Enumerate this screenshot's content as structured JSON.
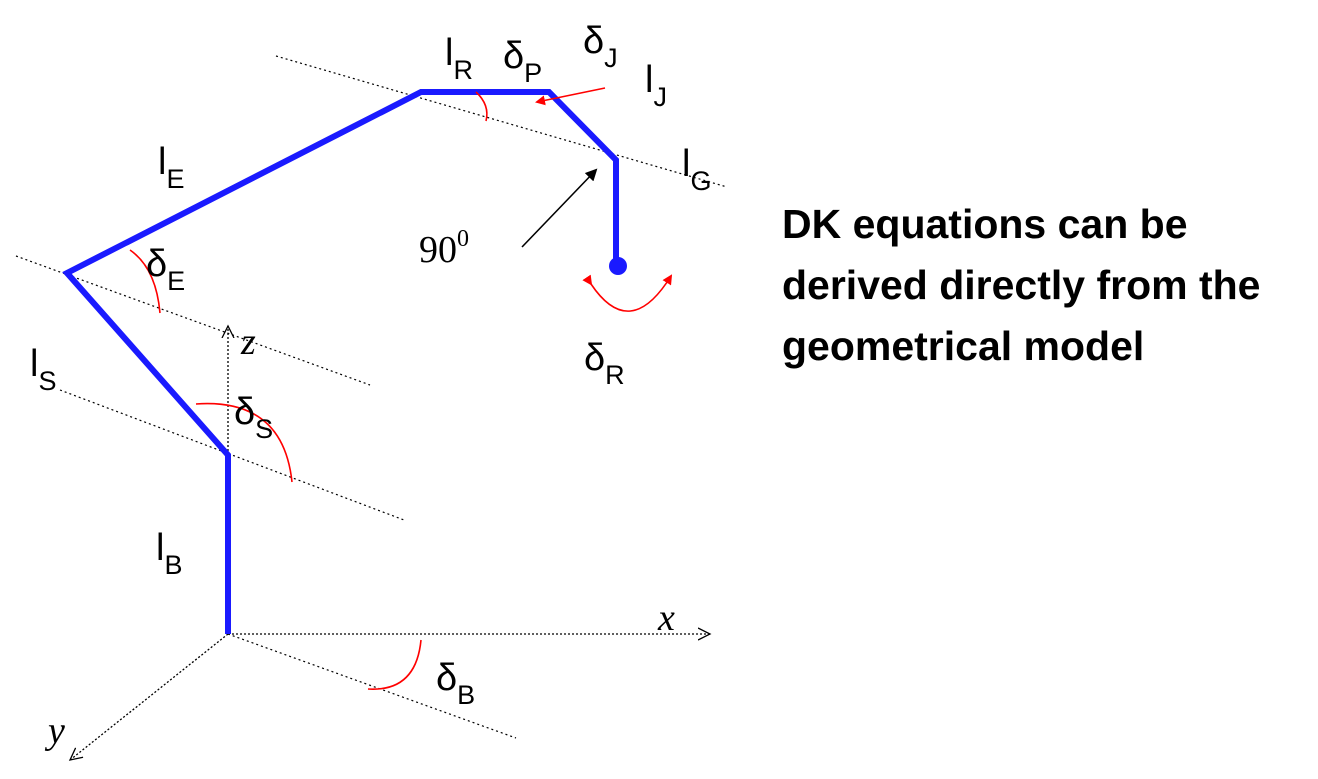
{
  "caption": "DK equations can be derived directly from the geometrical model",
  "labels": {
    "l": "l",
    "delta": "δ",
    "lR_sub": "R",
    "dP_sub": "P",
    "dJ_sub": "J",
    "lJ_sub": "J",
    "lE_sub": "E",
    "lG_sub": "G",
    "dE_sub": "E",
    "lS_sub": "S",
    "dS_sub": "S",
    "lB_sub": "B",
    "dR_sub": "R",
    "dB_sub": "B",
    "angle": "90",
    "angle_sup": "0",
    "x_axis": "x",
    "y_axis": "y",
    "z_axis": "z"
  },
  "colors": {
    "arm": "#1a1aff",
    "joint_arc": "#ff0000",
    "axis": "#000000"
  }
}
